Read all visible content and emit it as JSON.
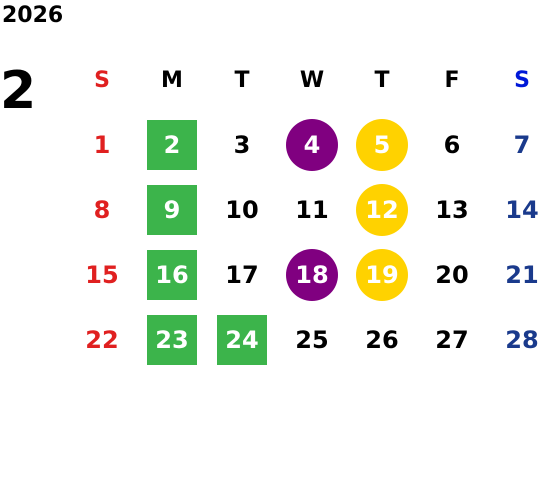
{
  "year": "2026",
  "month": "2",
  "colors": {
    "sunday": "#e02020",
    "saturday_header": "#0018d8",
    "saturday": "#1a3a8c",
    "weekday": "#000000",
    "green": "#3cb44b",
    "purple": "#800080",
    "yellow": "#ffd200"
  },
  "weekdays": [
    "S",
    "M",
    "T",
    "W",
    "T",
    "F",
    "S"
  ],
  "weeks": [
    [
      {
        "day": "1",
        "mark": "none"
      },
      {
        "day": "2",
        "mark": "green-square"
      },
      {
        "day": "3",
        "mark": "none"
      },
      {
        "day": "4",
        "mark": "purple-circle"
      },
      {
        "day": "5",
        "mark": "yellow-circle"
      },
      {
        "day": "6",
        "mark": "none"
      },
      {
        "day": "7",
        "mark": "none"
      }
    ],
    [
      {
        "day": "8",
        "mark": "none"
      },
      {
        "day": "9",
        "mark": "green-square"
      },
      {
        "day": "10",
        "mark": "none"
      },
      {
        "day": "11",
        "mark": "none"
      },
      {
        "day": "12",
        "mark": "yellow-circle"
      },
      {
        "day": "13",
        "mark": "none"
      },
      {
        "day": "14",
        "mark": "none"
      }
    ],
    [
      {
        "day": "15",
        "mark": "none"
      },
      {
        "day": "16",
        "mark": "green-square"
      },
      {
        "day": "17",
        "mark": "none"
      },
      {
        "day": "18",
        "mark": "purple-circle"
      },
      {
        "day": "19",
        "mark": "yellow-circle"
      },
      {
        "day": "20",
        "mark": "none"
      },
      {
        "day": "21",
        "mark": "none"
      }
    ],
    [
      {
        "day": "22",
        "mark": "none"
      },
      {
        "day": "23",
        "mark": "green-square"
      },
      {
        "day": "24",
        "mark": "green-square"
      },
      {
        "day": "25",
        "mark": "none"
      },
      {
        "day": "26",
        "mark": "none"
      },
      {
        "day": "27",
        "mark": "none"
      },
      {
        "day": "28",
        "mark": "none"
      }
    ]
  ]
}
